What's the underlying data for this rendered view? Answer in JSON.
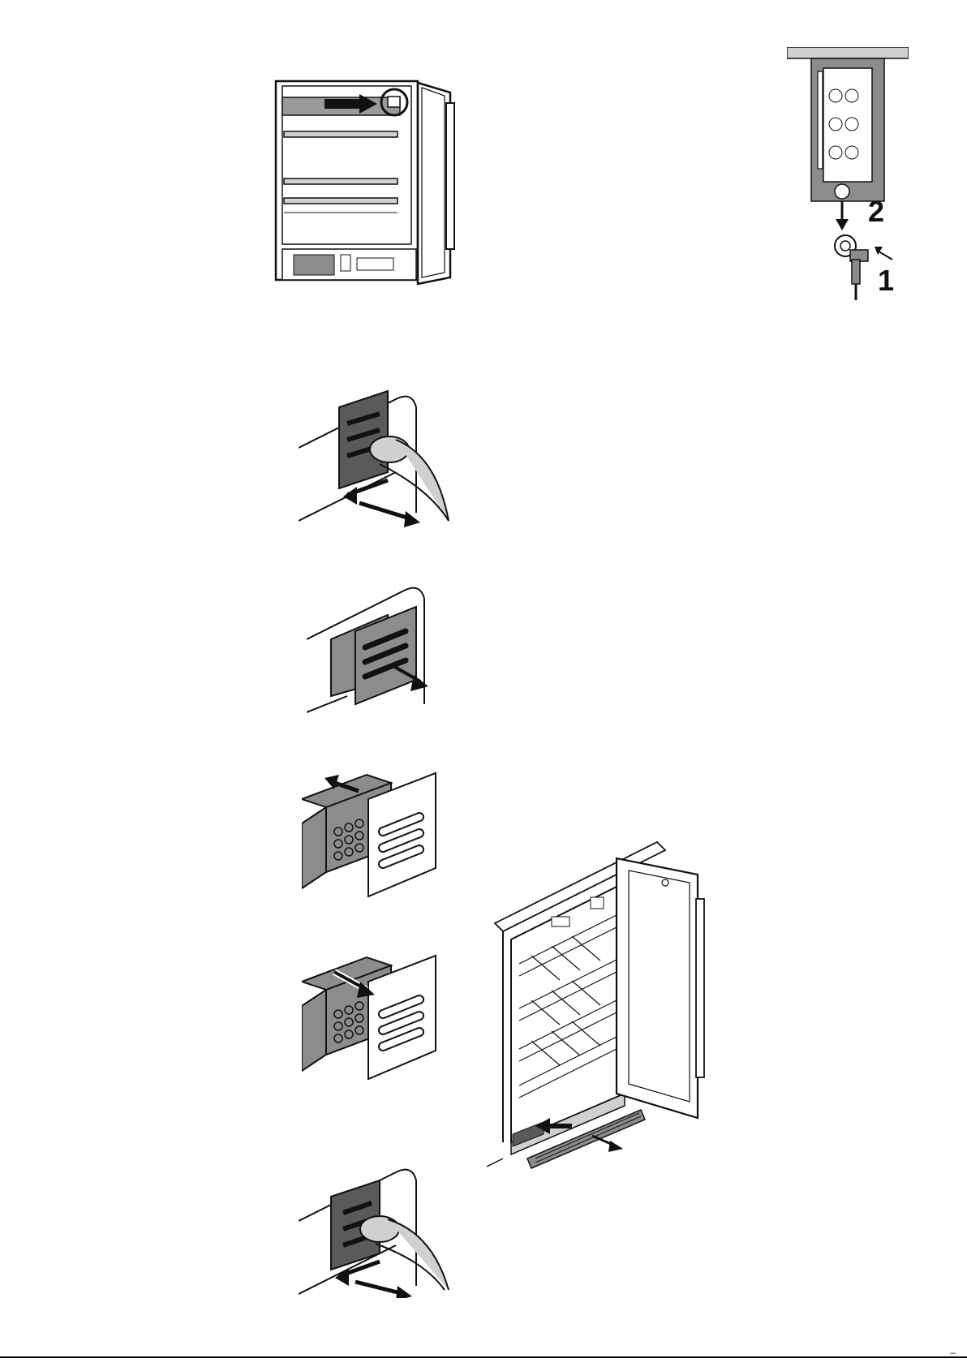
{
  "page": {
    "illustrations": [
      {
        "id": "fridge-front",
        "icon": "fridge-filter-location-icon"
      },
      {
        "id": "lock-detail",
        "icon": "lock-key-icon"
      },
      {
        "id": "filter-press",
        "icon": "filter-press-icon"
      },
      {
        "id": "filter-pull-out",
        "icon": "filter-pull-out-icon"
      },
      {
        "id": "filter-remove-cover",
        "icon": "filter-remove-cover-icon"
      },
      {
        "id": "filter-insert-cover",
        "icon": "filter-insert-cover-icon"
      },
      {
        "id": "filter-press-again",
        "icon": "filter-press-again-icon"
      },
      {
        "id": "fridge-grille",
        "icon": "fridge-remove-grille-icon"
      }
    ],
    "lock_steps": {
      "step1": "1",
      "step2": "2"
    },
    "footer_mark": "–"
  },
  "colors": {
    "ink": "#111111",
    "grey": "#8c8c8c",
    "light_grey": "#d0d0d0",
    "dark_grey": "#5a5a5a",
    "paper": "#ffffff"
  }
}
